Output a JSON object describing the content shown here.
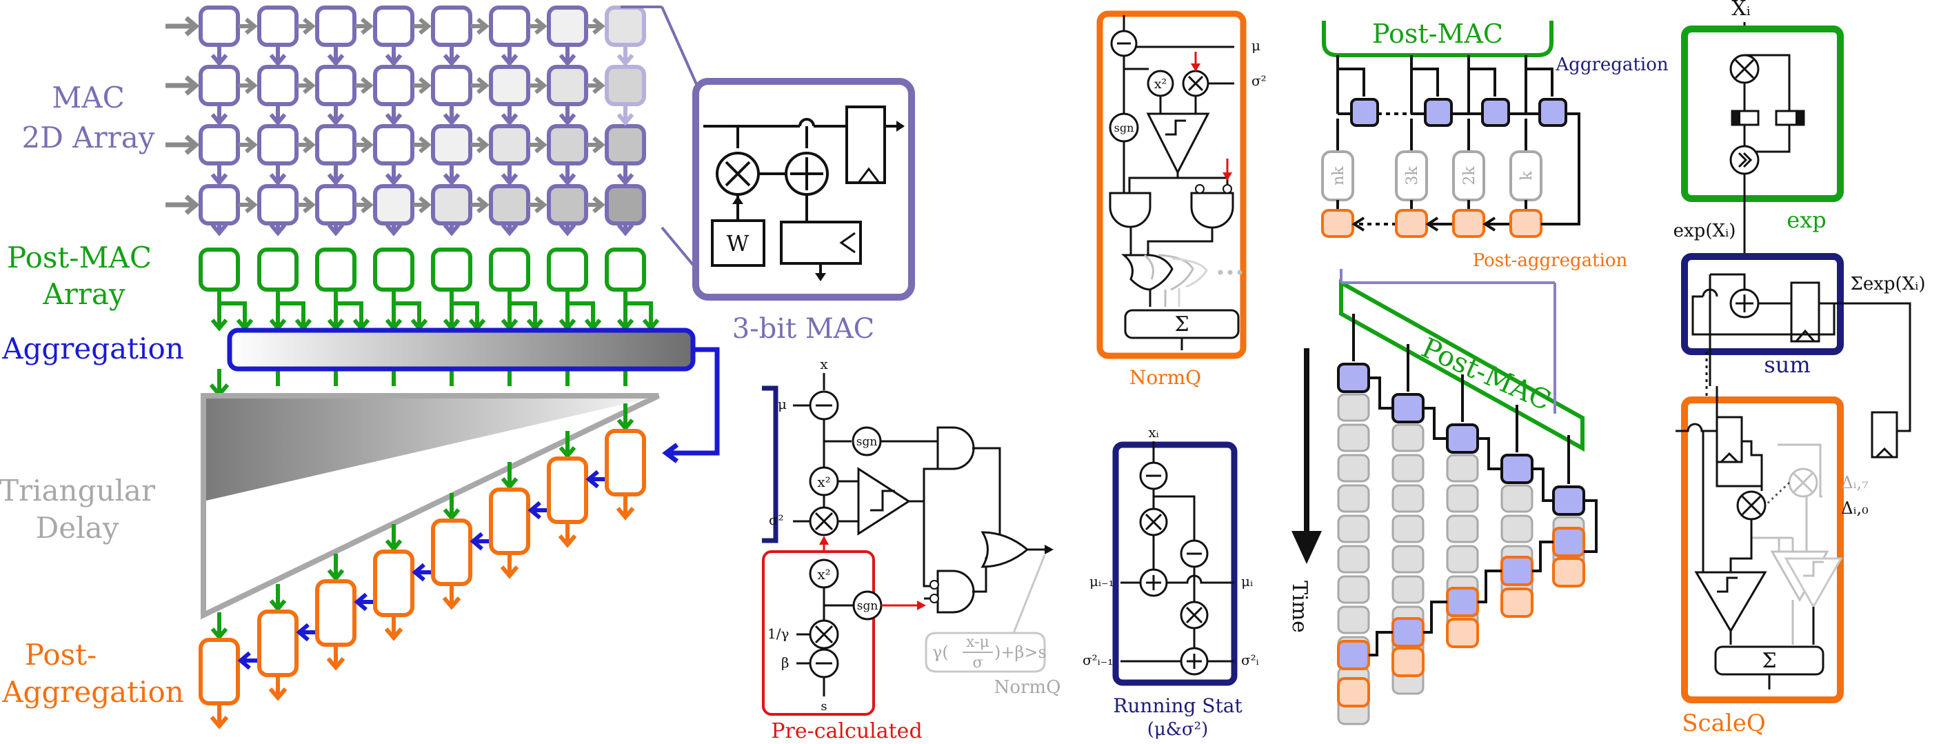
{
  "colors": {
    "mac": "#7a6db4",
    "postmac": "#14a014",
    "aggregation": "#1a1ad2",
    "delay": "#a8a8a8",
    "postagg": "#f47010",
    "navy": "#1c1c7a",
    "red": "#e01414",
    "node_blue": "#aeb0f4",
    "node_gray": "#dedede",
    "node_orange": "#fdd5bc"
  },
  "left_panel": {
    "mac_line1": "MAC",
    "mac_line2": "2D Array",
    "postmac_line1": "Post-MAC",
    "postmac_line2": "Array",
    "aggregation": "Aggregation",
    "delay_line1": "Triangular",
    "delay_line2": "Delay",
    "postagg_line1": "Post-",
    "postagg_line2": "Aggregation"
  },
  "mac_detail": {
    "label": "3-bit MAC",
    "w_label": "W"
  },
  "normq_circuit": {
    "x": "x",
    "mu": "μ",
    "sigma2": "σ²",
    "sgn": "sgn",
    "x2": "x²",
    "inv_gamma": "1/γ",
    "beta": "β",
    "s": "s",
    "formula": "γ(x-μ/σ)+β>s",
    "formula_parts": [
      "γ(",
      "x-μ",
      "σ",
      ")+β>s"
    ],
    "normq_label": "NormQ",
    "precalc_label": "Pre-calculated"
  },
  "normq_box": {
    "mu": "μ",
    "sigma2": "σ²",
    "sgn": "sgn",
    "x2": "x²",
    "sum": "Σ",
    "label": "NormQ"
  },
  "running_stat": {
    "xi": "xᵢ",
    "mu_prev": "μᵢ₋₁",
    "mu_i": "μᵢ",
    "sigma_prev": "σ²ᵢ₋₁",
    "sigma_i": "σ²ᵢ",
    "label_line1": "Running Stat",
    "label_line2": "(μ&σ²)"
  },
  "top_aggregation": {
    "postmac": "Post-MAC",
    "aggregation": "Aggregation",
    "delays": [
      "nk",
      "3k",
      "2k",
      "k"
    ],
    "postagg": "Post-aggregation"
  },
  "timeline": {
    "postmac": "Post-MAC",
    "time": "Time"
  },
  "softmax": {
    "xi": "Xᵢ",
    "exp_out": "exp(Xᵢ)",
    "exp_label": "exp",
    "sum_out": "Σexp(Xᵢ)",
    "sum_label": "sum",
    "delta7": "Δᵢ,₇",
    "delta0": "Δᵢ,₀",
    "sigma": "Σ",
    "scaleq_label": "ScaleQ"
  }
}
